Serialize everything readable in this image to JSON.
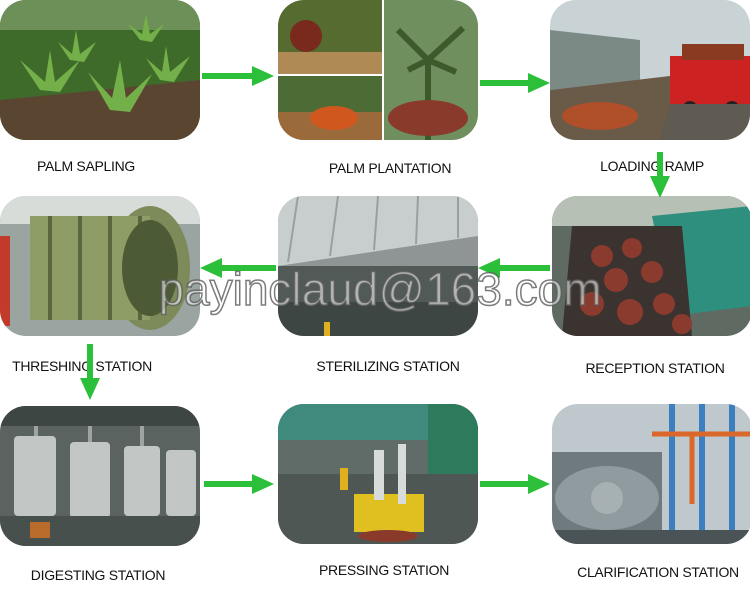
{
  "stations": [
    {
      "id": "palm-sapling",
      "label": "PALM SAPLING"
    },
    {
      "id": "palm-plantation",
      "label": "PALM PLANTATION"
    },
    {
      "id": "loading-ramp",
      "label": "LOADING RAMP"
    },
    {
      "id": "reception-station",
      "label": "RECEPTION STATION"
    },
    {
      "id": "sterilizing-station",
      "label": "STERILIZING STATION"
    },
    {
      "id": "threshing-station",
      "label": "THRESHING STATION"
    },
    {
      "id": "digesting-station",
      "label": "DIGESTING STATION"
    },
    {
      "id": "pressing-station",
      "label": "PRESSING STATION"
    },
    {
      "id": "clarification-station",
      "label": "CLARIFICATION STATION"
    }
  ],
  "flow": [
    [
      "palm-sapling",
      "palm-plantation"
    ],
    [
      "palm-plantation",
      "loading-ramp"
    ],
    [
      "loading-ramp",
      "reception-station"
    ],
    [
      "reception-station",
      "sterilizing-station"
    ],
    [
      "sterilizing-station",
      "threshing-station"
    ],
    [
      "threshing-station",
      "digesting-station"
    ],
    [
      "digesting-station",
      "pressing-station"
    ],
    [
      "pressing-station",
      "clarification-station"
    ]
  ],
  "colors": {
    "arrow": "#2bbf3a",
    "label": "#111111"
  },
  "watermark": "payinclaud@163.com"
}
